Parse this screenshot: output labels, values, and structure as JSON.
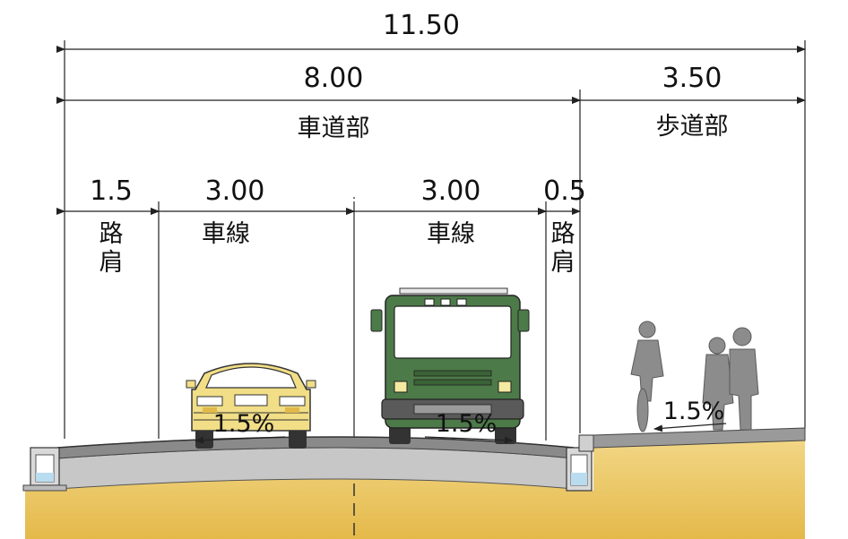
{
  "dimensions": {
    "total": "11.50",
    "roadway": "8.00",
    "sidewalk": "3.50",
    "shoulder_left": "1.5",
    "lane_left": "3.00",
    "lane_right": "3.00",
    "shoulder_right": "0.5"
  },
  "labels": {
    "roadway": "車道部",
    "sidewalk": "歩道部",
    "lane_left": "車線",
    "lane_right": "車線",
    "shoulder_left_1": "路",
    "shoulder_left_2": "肩",
    "shoulder_right_1": "路",
    "shoulder_right_2": "肩"
  },
  "slopes": {
    "lane_left": "1.5%",
    "lane_right": "1.5%",
    "sidewalk": "1.5%"
  },
  "colors": {
    "ground": "#e9c45c",
    "pavement": "#c9c9c9",
    "asphalt": "#6e6e6e",
    "car": "#f1de86",
    "truck": "#4c7a48",
    "pedestrian": "#8c8c8c"
  }
}
